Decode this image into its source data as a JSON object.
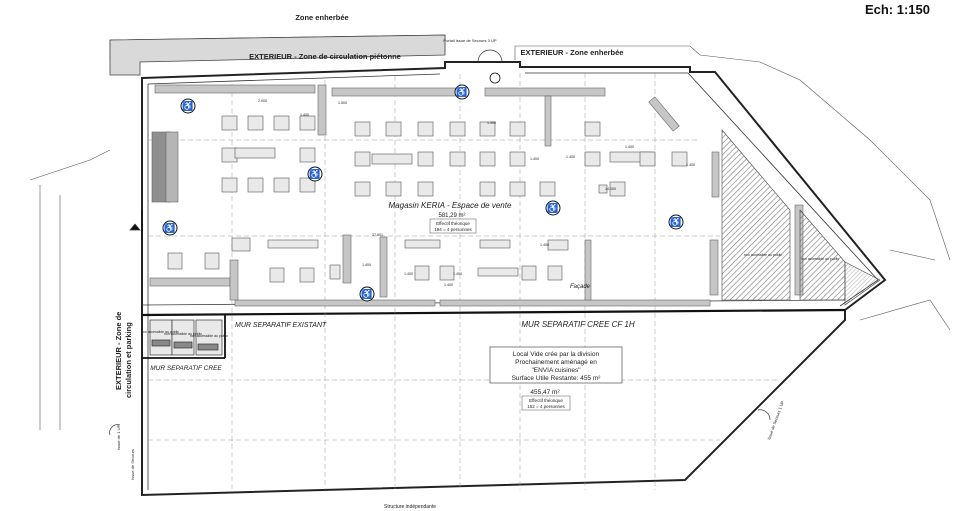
{
  "scale": "Ech: 1:150",
  "zones": {
    "grass_top": "Zone enherbée",
    "ext_pedestrian": "EXTERIEUR - Zone de circulation piétonne",
    "ext_grass": "EXTERIEUR - Zone enherbée",
    "ext_parking_1": "EXTERIEUR - Zone de",
    "ext_parking_2": "circulation et parking",
    "structure": "Structure indépendante"
  },
  "store": {
    "title": "Magasin KERIA - Espace de vente",
    "area": "581,29 m²",
    "effectif_1": "Effectif théorique",
    "effectif_2": "194 = 4 personnes",
    "facade": "Façade"
  },
  "walls": {
    "existing": "MUR SEPARATIF EXISTANT",
    "new_cf": "MUR SEPARATIF CREE CF 1H",
    "new": "MUR SEPARATIF CREE"
  },
  "local": {
    "line1": "Local Vide crée par la division",
    "line2": "Prochainement aménagé en",
    "line3": "\"ENVIA cuisines\"",
    "line4": "Surface Utile Restante: 455 m²",
    "area": "455,47 m²",
    "effectif_1": "Effectif théorique",
    "effectif_2": "152 = 4 personnes"
  },
  "door_labels": {
    "secours_top": "Portail issue de Secours 3 UP",
    "secours_right": "Issue de Secours 1 UP",
    "secours_left": "Issue de 1 UP",
    "secours_left2": "Issue de Secours"
  },
  "accessible_label": "non accessible au public",
  "dims": [
    "2.000",
    "1.400",
    "1.500",
    "1.400",
    "1.400",
    "1.400",
    "1.400",
    "1.400",
    "1.400",
    "14.000",
    "1.400",
    "1.400",
    "1.400",
    "1.400",
    "37.601"
  ],
  "colors": {
    "line": "#333333",
    "wall": "#555555",
    "fixture": "#bdbdbd",
    "hatch": "#8a8a8a",
    "grid": "#9a9a9a"
  }
}
